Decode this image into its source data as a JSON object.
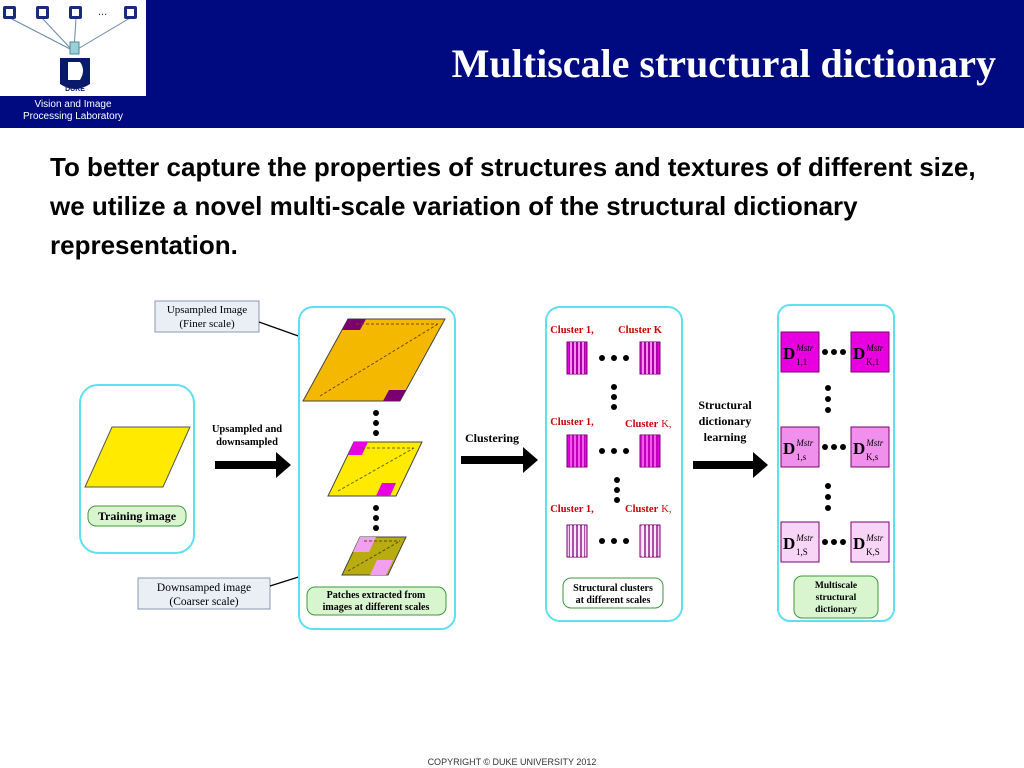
{
  "header": {
    "title": "Multiscale structural dictionary",
    "lab_name": "Vision and Image\nProcessing Laboratory",
    "logo_text": "DUKE",
    "ellipsis": "..."
  },
  "intro_text": "To better capture the properties of structures and textures of different size, we utilize a novel multi-scale variation of the structural dictionary representation.",
  "footer": {
    "copyright": "COPYRIGHT © DUKE UNIVERSITY 2012"
  },
  "diagram": {
    "training_label": "Training image",
    "step1_label": [
      "Upsampled and",
      "downsampled"
    ],
    "upsampled_label": [
      "Upsampled Image",
      "(Finer scale)"
    ],
    "downsampled_label": [
      "Downsamped image",
      "(Coarser scale)"
    ],
    "patches_label": [
      "Patches extracted from",
      "images at different scales"
    ],
    "step2_label": "Clustering",
    "clusters": [
      {
        "first": "Cluster 1,",
        "last": "Cluster K"
      },
      {
        "first": "Cluster 1,",
        "last_word": "Cluster",
        "last_suffix": "K,"
      },
      {
        "first": "Cluster 1,",
        "last_word": "Cluster",
        "last_suffix": "K,"
      }
    ],
    "clusters_label": [
      "Structural clusters",
      "at different scales"
    ],
    "step3_label": [
      "Structural",
      "dictionary",
      "learning"
    ],
    "dict_sup": "Mstr",
    "dict_entries": [
      {
        "first_sub": "1,1",
        "last_sub": "K,1"
      },
      {
        "first_sub": "1,s",
        "last_sub": "K,s"
      },
      {
        "first_sub": "1,S",
        "last_sub": "K,S"
      }
    ],
    "dict_label": [
      "Multiscale",
      "structural",
      "dictionary"
    ],
    "colors": {
      "header": "#000a80",
      "panel_border": "#5ee0f0",
      "yellow": "#ffea00",
      "gold": "#f5b800",
      "olive": "#b8ac10",
      "magenta": "#e800e0",
      "purple_dark": "#7a0070",
      "red_label": "#cc0000",
      "label_fill": "#d8f5d0",
      "label_border": "#3a9a3a"
    }
  }
}
